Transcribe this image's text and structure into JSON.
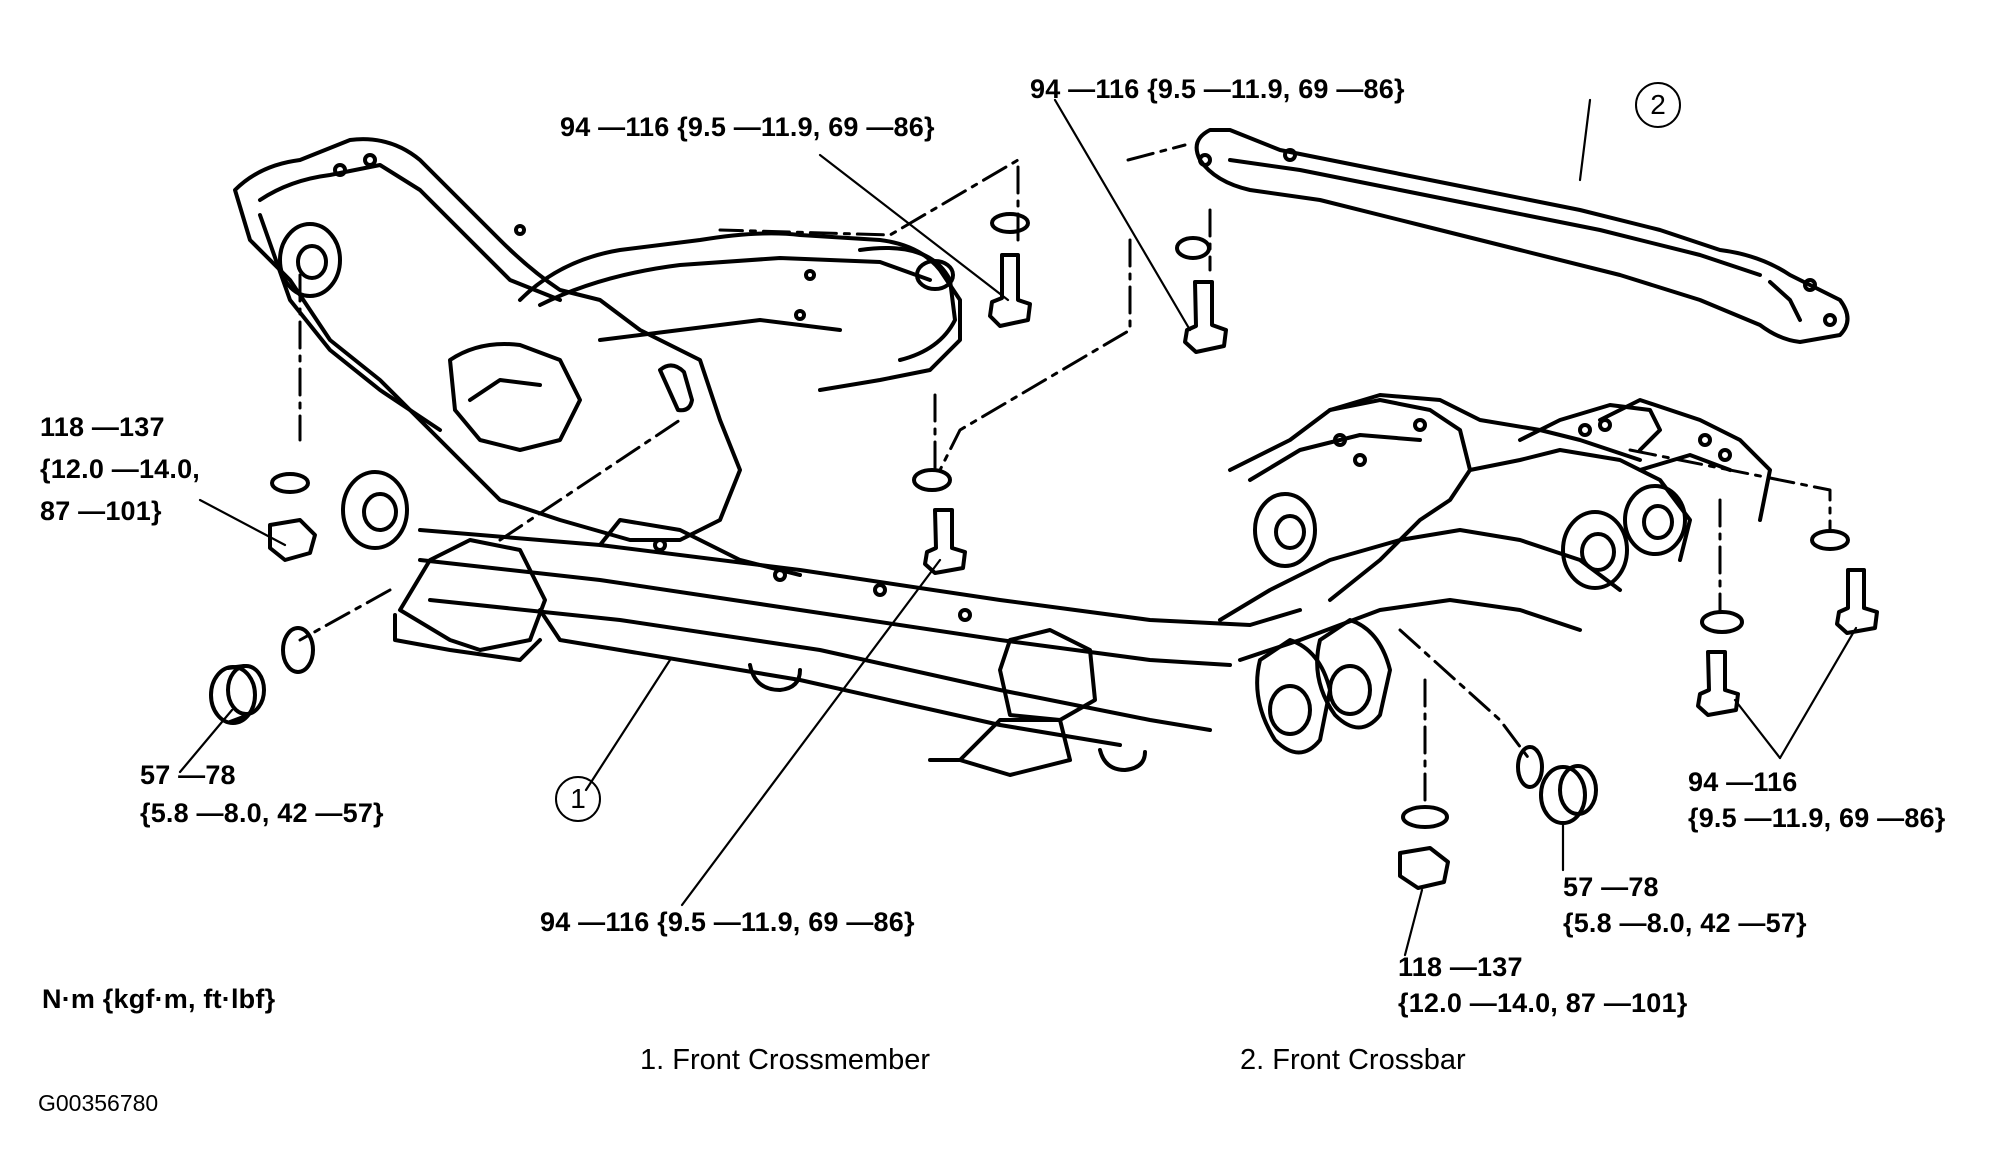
{
  "labels": {
    "top_center": "94 —116 {9.5 —11.9, 69 —86}",
    "top_right": "94 —116 {9.5 —11.9, 69 —86}",
    "left_nut_1": "118 —137",
    "left_nut_2": "{12.0 —14.0,",
    "left_nut_3": "87 —101}",
    "left_bushing_1": "57 —78",
    "left_bushing_2": "{5.8 —8.0, 42 —57}",
    "bottom_center": "94 —116 {9.5 —11.9, 69 —86}",
    "right_bolts_1": "94 —116",
    "right_bolts_2": "{9.5 —11.9, 69 —86}",
    "right_bushing_1": "57 —78",
    "right_bushing_2": "{5.8 —8.0, 42 —57}",
    "right_nut_1": "118 —137",
    "right_nut_2": "{12.0 —14.0, 87 —101}",
    "units": "N·m {kgf·m, ft·lbf}"
  },
  "callouts": {
    "item1": "1",
    "item2": "2"
  },
  "captions": {
    "item1": "1. Front Crossmember",
    "item2": "2. Front Crossbar"
  },
  "figure_id": "G00356780"
}
